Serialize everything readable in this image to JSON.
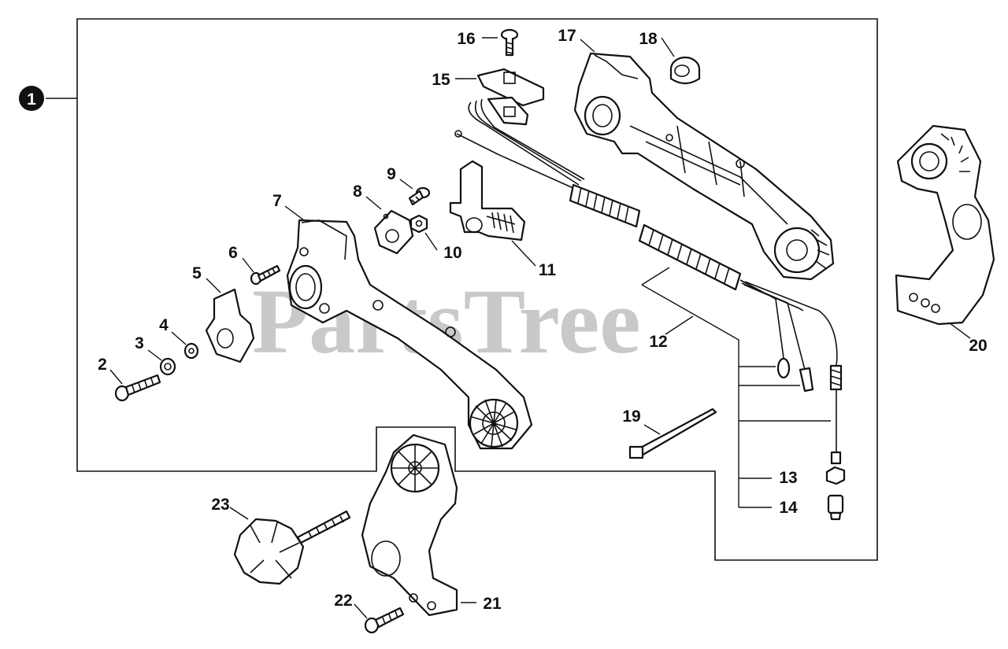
{
  "watermark": "PartsTree",
  "callouts": {
    "c1": "1",
    "c2": "2",
    "c3": "3",
    "c4": "4",
    "c5": "5",
    "c6": "6",
    "c7": "7",
    "c8": "8",
    "c9": "9",
    "c10": "10",
    "c11": "11",
    "c12": "12",
    "c13": "13",
    "c14": "14",
    "c15": "15",
    "c16": "16",
    "c17": "17",
    "c18": "18",
    "c19": "19",
    "c20": "20",
    "c21": "21",
    "c22": "22",
    "c23": "23"
  },
  "colors": {
    "line": "#111111",
    "watermark": "#c9c9c9",
    "background": "#ffffff"
  }
}
